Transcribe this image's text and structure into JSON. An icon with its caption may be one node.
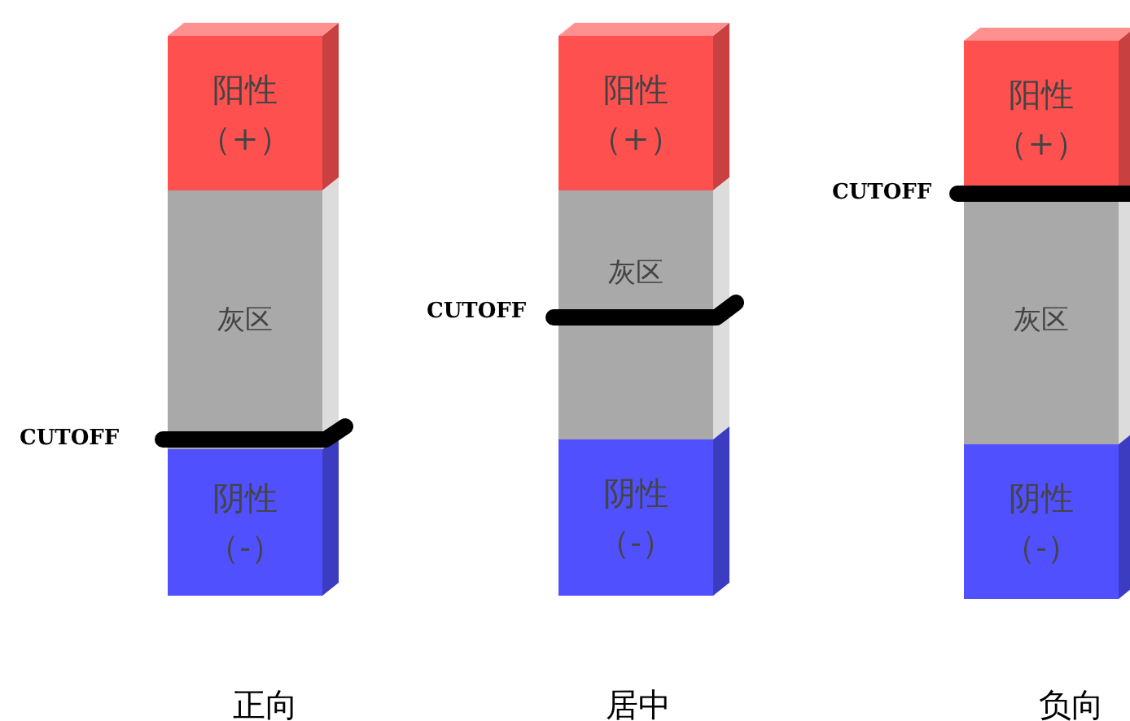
{
  "diagram": {
    "nodes": [
      {
        "text": [
          "阳性",
          "（+）"
        ]
      },
      {
        "text": [
          "灰区"
        ]
      },
      {
        "text": [
          "阴性",
          "（-）"
        ]
      },
      {
        "text": [
          "阳性",
          "（+）"
        ]
      },
      {
        "text": [
          "灰区"
        ]
      },
      {
        "text": [
          "阴性",
          "（-）"
        ]
      },
      {
        "text": [
          "阳性",
          "（+）"
        ]
      },
      {
        "text": [
          "灰区"
        ]
      },
      {
        "text": [
          "阴性",
          "（-）"
        ]
      }
    ],
    "edges": [],
    "labels": [
      "CUTOFF",
      "CUTOFF",
      "CUTOFF",
      "正向",
      "居中",
      "负向"
    ]
  }
}
